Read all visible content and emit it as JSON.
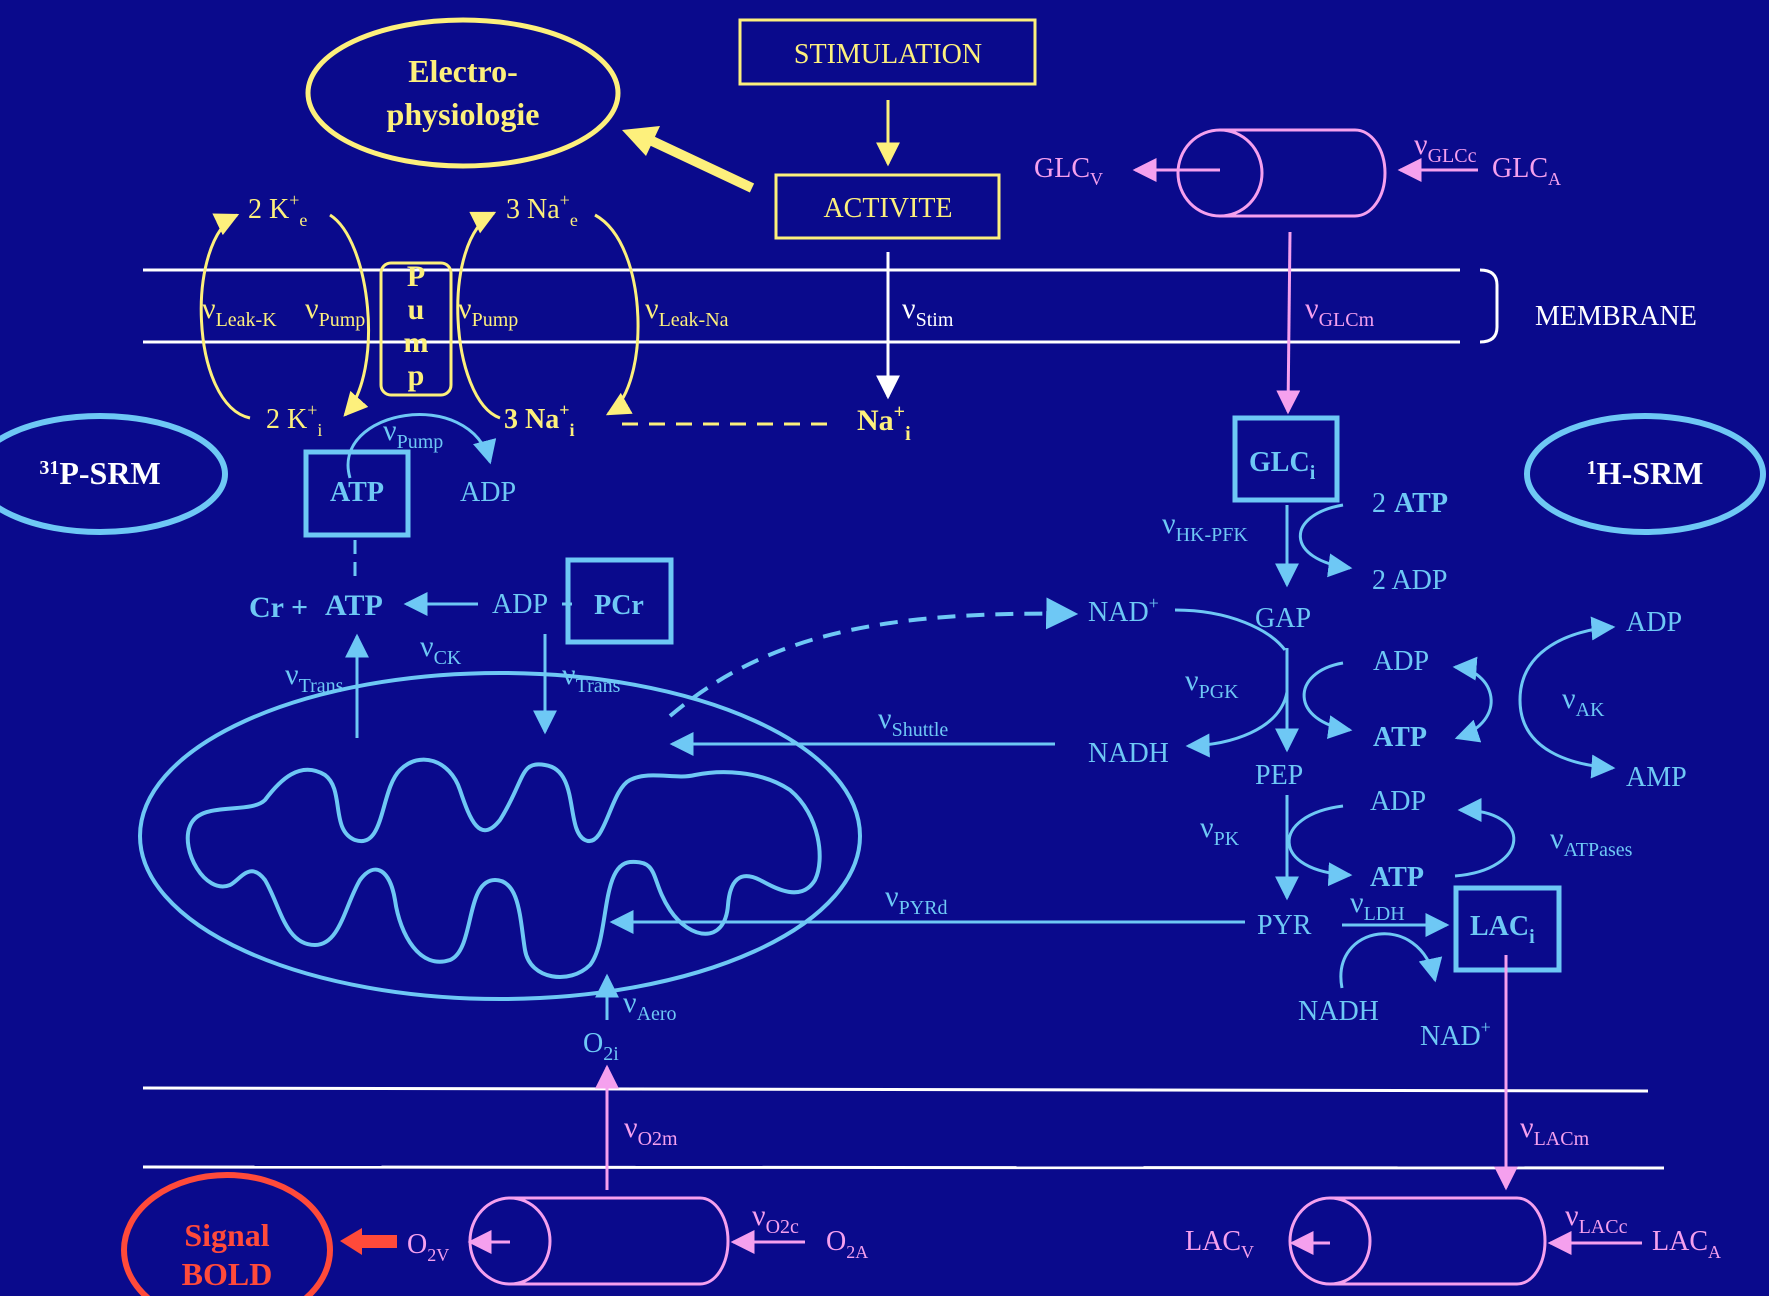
{
  "colors": {
    "background": "#0a0a8c",
    "yellow": "#fdf07c",
    "cyan": "#6ec8f5",
    "pink": "#f5a0ee",
    "white": "#ffffff",
    "red": "#ff4a3a"
  },
  "boxes": {
    "stimulation": "STIMULATION",
    "activite": "ACTIVITE",
    "pump": "Pump"
  },
  "ellipses": {
    "electro_1": "Electro-",
    "electro_2": "physiologie",
    "p_srm_sup": "31",
    "p_srm": "P-SRM",
    "h_srm_sup": "1",
    "h_srm": "H-SRM",
    "bold_1": "Signal",
    "bold_2": "BOLD"
  },
  "membrane": {
    "label": "MEMBRANE"
  },
  "nu": "ν",
  "ions": {
    "k_e": "2 K",
    "k_i": "2 K",
    "na_e": "3 Na",
    "na_i": "3 Na",
    "na_stim": "Na",
    "plus": "+",
    "e": "e",
    "i": "i"
  },
  "rates": {
    "leak_k": "Leak-K",
    "pump": "Pump",
    "leak_na": "Leak-Na",
    "stim": "Stim",
    "glcc": "GLCc",
    "glcm": "GLCm",
    "hk_pfk": "HK-PFK",
    "ck": "CK",
    "trans": "Trans",
    "pgk": "PGK",
    "shuttle": "Shuttle",
    "ak": "AK",
    "pk": "PK",
    "atpases": "ATPases",
    "pyrd": "PYRd",
    "ldh": "LDH",
    "aero": "Aero",
    "o2m": "O2m",
    "lacm": "LACm",
    "o2c": "O2c",
    "lacc": "LACc"
  },
  "metabolites": {
    "atp": "ATP",
    "adp": "ADP",
    "amp": "AMP",
    "cr_plus": "Cr +",
    "pcr": "PCr",
    "glc": "GLC",
    "gap": "GAP",
    "pep": "PEP",
    "pyr": "PYR",
    "lac": "LAC",
    "nad": "NAD",
    "nadh": "NADH",
    "two_atp_n": "2",
    "two_adp": "2 ADP",
    "o2": "O",
    "two_i": "2i",
    "two_v": "2V",
    "two_a": "2A",
    "sub_v": "V",
    "sub_a": "A"
  }
}
